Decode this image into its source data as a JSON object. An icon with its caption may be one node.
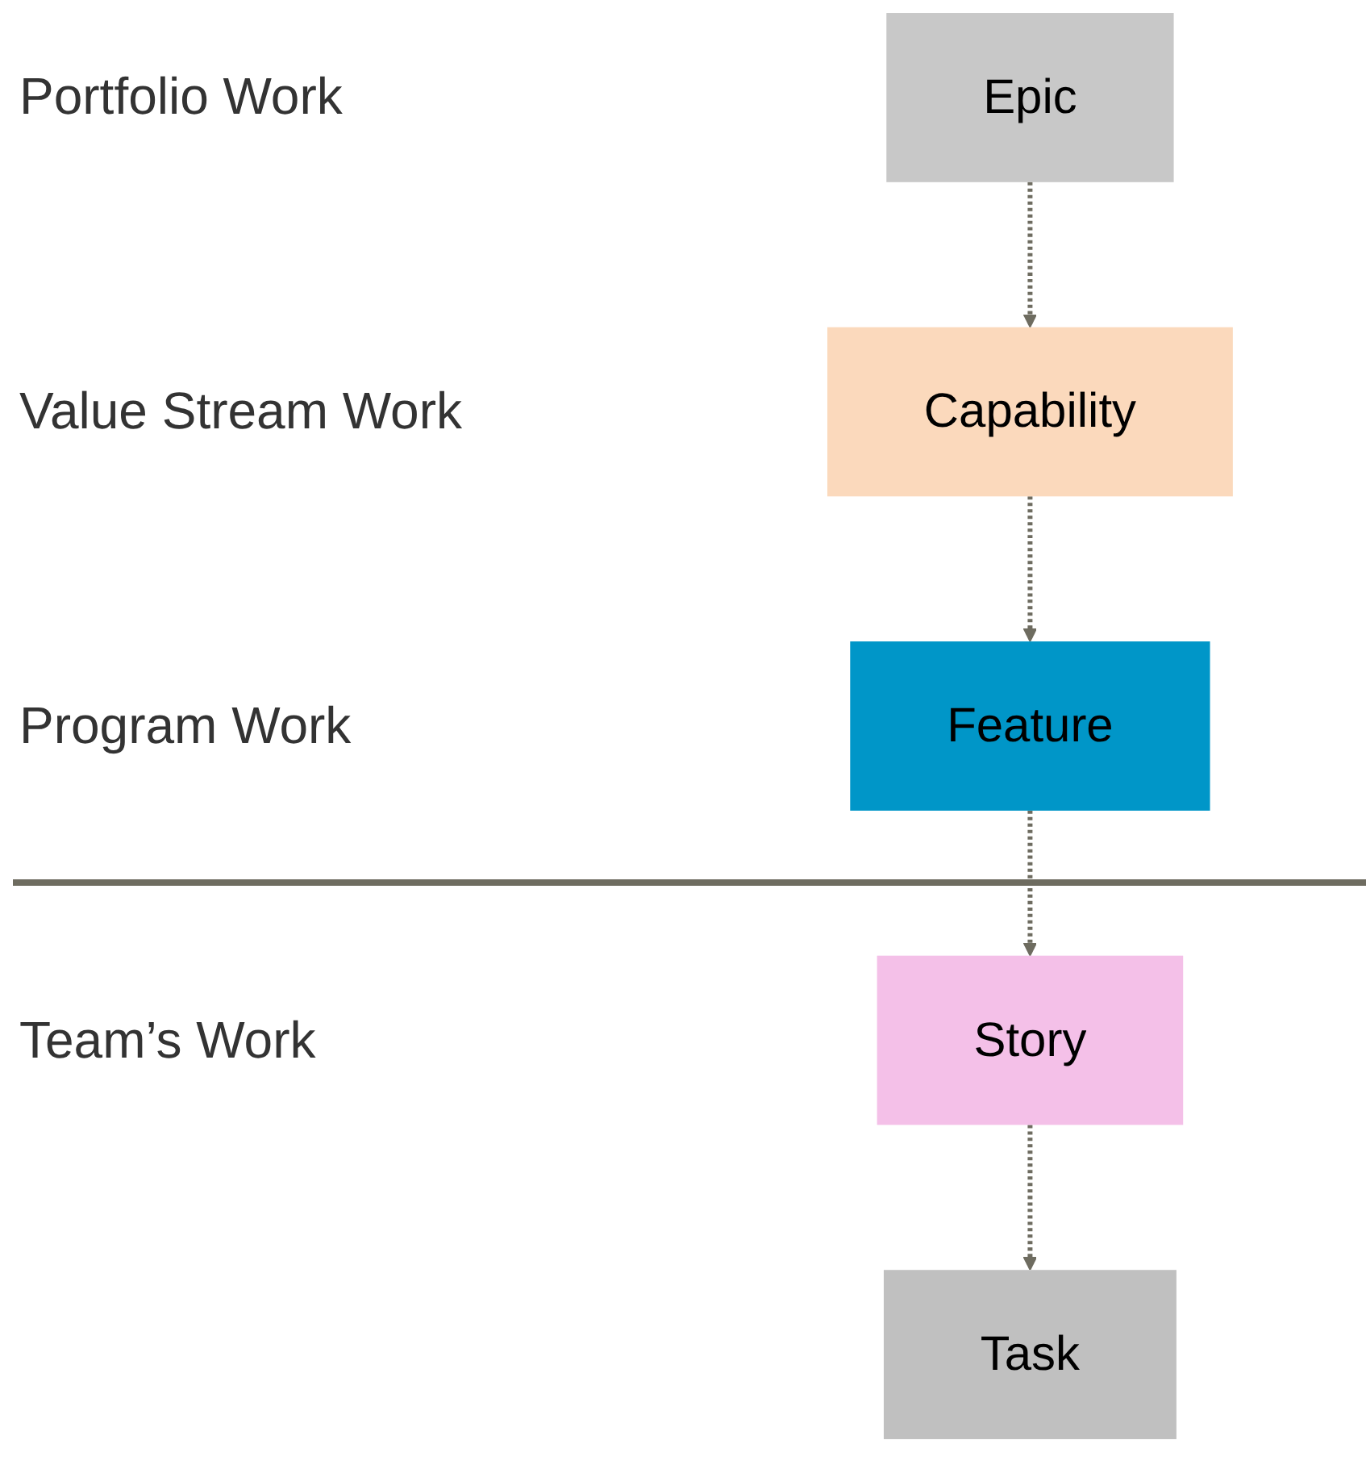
{
  "diagram": {
    "nodes": [
      {
        "text": [
          "Epic"
        ]
      },
      {
        "text": [
          "Capability"
        ]
      },
      {
        "text": [
          "Feature"
        ]
      },
      {
        "text": [
          "Story"
        ]
      },
      {
        "text": [
          "Task"
        ]
      }
    ],
    "edges": [
      {
        "from": 0,
        "to": 1,
        "arrow": "to",
        "style": "dashed"
      },
      {
        "from": 1,
        "to": 2,
        "arrow": "to",
        "style": "dashed"
      },
      {
        "from": 2,
        "to": 3,
        "arrow": "to",
        "style": "dashed"
      },
      {
        "from": 3,
        "to": 4,
        "arrow": "to",
        "style": "dashed"
      }
    ],
    "labels": [
      "Portfolio Work",
      "Value Stream Work",
      "Program Work",
      "Team’s Work"
    ]
  }
}
